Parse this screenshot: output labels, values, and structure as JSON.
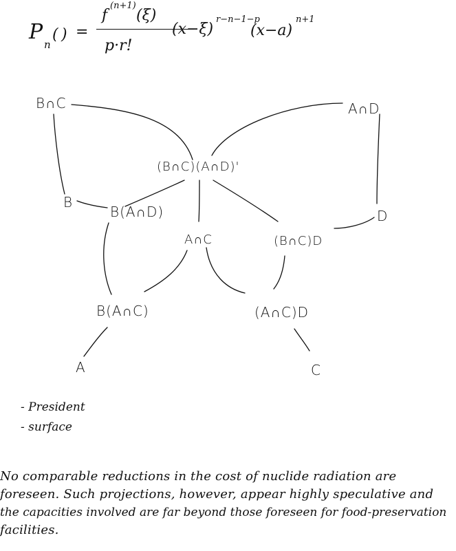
{
  "formula": {
    "lhs": "P",
    "lhs_sub": "n",
    "lhs_arg": "( )",
    "eq": "=",
    "numerator": "f",
    "numerator_sup": "(n+1)",
    "numerator_arg": "(ξ)",
    "denominator": "p·r!",
    "factor1": "(x−ξ)",
    "factor1_sup": "r−n−1−p",
    "factor2": "(x−a)",
    "factor2_sup": "n+1"
  },
  "diagram": {
    "nodes": {
      "top_left": "B∩C",
      "top_right": "A∩D",
      "center": "(B∩C)(A∩D)'",
      "left": "B",
      "right": "D",
      "mid_left": "B(A∩D)",
      "mid_center": "A∩C",
      "mid_right": "(B∩C)D",
      "low_left": "B(A∩C)",
      "low_right": "(A∩C)D",
      "bottom_left": "A",
      "bottom_right": "C"
    }
  },
  "bullets": [
    "- President",
    "- surface"
  ],
  "paragraph": [
    "No comparable reductions in the cost of nuclide radiation are",
    "foreseen. Such projections, however, appear highly speculative and",
    "the capacities involved are far beyond those foreseen for food-preservation",
    "facilities."
  ]
}
